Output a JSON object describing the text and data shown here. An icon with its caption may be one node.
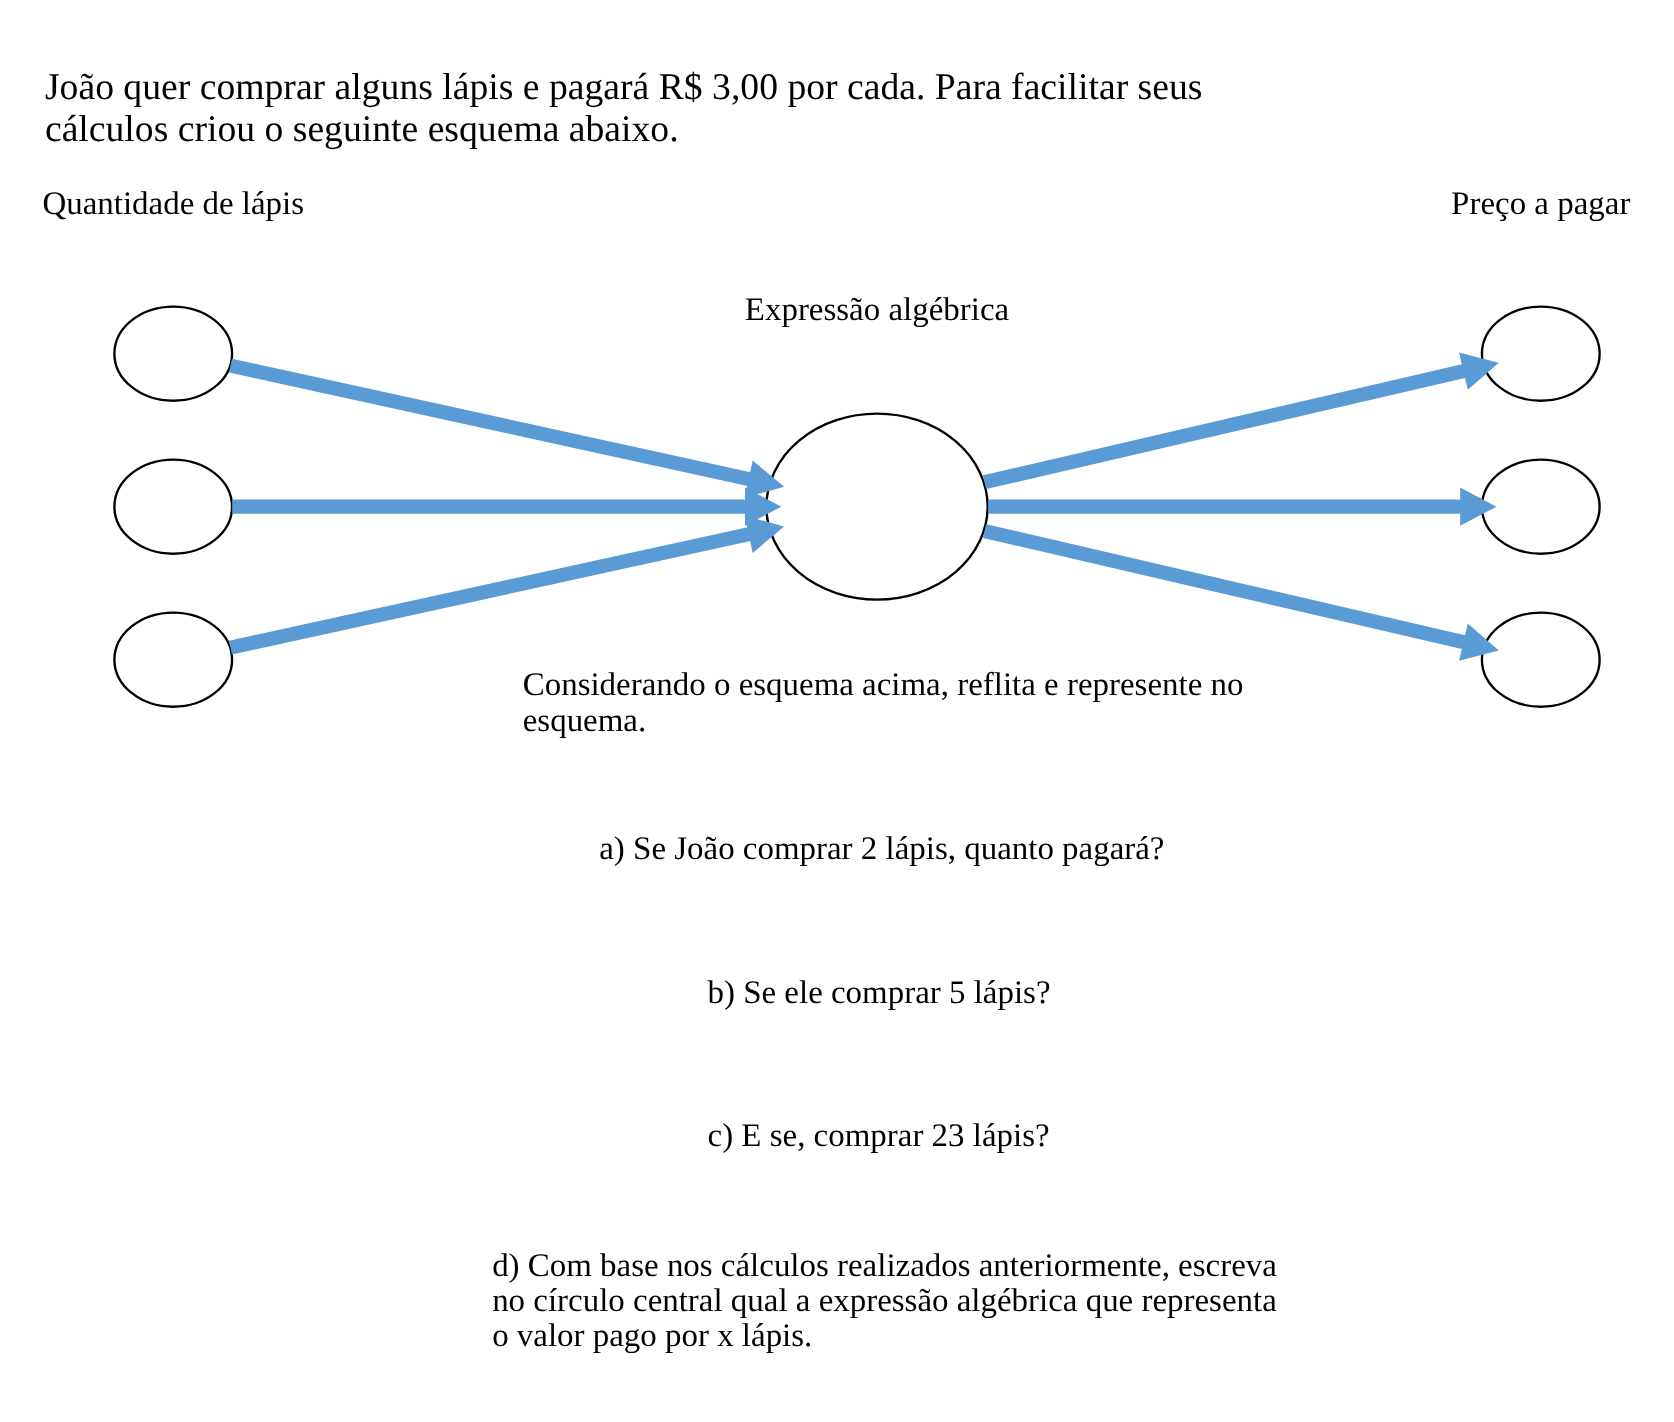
{
  "diagram": {
    "title": "João quer comprar alguns lápis e pagará R$ 3,00 por cada. Para facilitar seus cálculos criou o seguinte esquema abaixo.",
    "nodes": [
      {
        "text": [],
        "shape": "circle"
      },
      {
        "text": [],
        "shape": "circle"
      },
      {
        "text": [],
        "shape": "circle"
      },
      {
        "text": [],
        "shape": "circle"
      },
      {
        "text": [],
        "shape": "circle"
      },
      {
        "text": [],
        "shape": "circle"
      },
      {
        "text": [],
        "shape": "circle"
      }
    ],
    "edges": [
      {
        "from": 0,
        "to": 3,
        "arrow": "to"
      },
      {
        "from": 1,
        "to": 3,
        "arrow": "to"
      },
      {
        "from": 2,
        "to": 3,
        "arrow": "to"
      },
      {
        "from": 3,
        "to": 4,
        "arrow": "to"
      },
      {
        "from": 3,
        "to": 5,
        "arrow": "to"
      },
      {
        "from": 3,
        "to": 6,
        "arrow": "to"
      }
    ],
    "labels": [
      "Quantidade de lápis",
      "Preço a pagar",
      "Expressão algébrica",
      "Considerando o esquema acima, reflita e represente no esquema.",
      "a) Se João comprar 2 lápis, quanto pagará?",
      "b) Se ele comprar 5 lápis?",
      "c) E se, comprar 23 lápis?",
      "d) Com base nos cálculos realizados anteriormente, escreva no círculo central qual a expressão algébrica que representa o valor pago por x lápis."
    ]
  }
}
